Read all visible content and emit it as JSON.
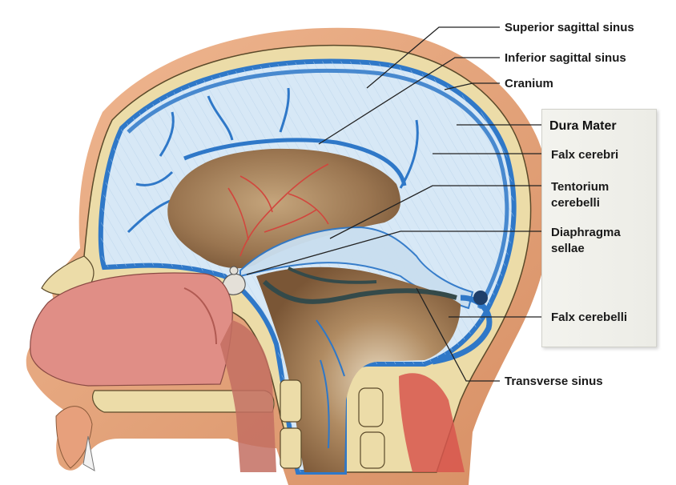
{
  "labels": {
    "superior_sagittal_sinus": "Superior sagittal sinus",
    "inferior_sagittal_sinus": "Inferior sagittal sinus",
    "cranium": "Cranium",
    "dura_mater_title": "Dura Mater",
    "falx_cerebri": "Falx cerebri",
    "tentorium_cerebelli_line1": "Tentorium",
    "tentorium_cerebelli_line2": "cerebelli",
    "diaphragma_sellae_line1": "Diaphragma",
    "diaphragma_sellae_line2": "sellae",
    "falx_cerebelli": "Falx cerebelli",
    "transverse_sinus": "Transverse sinus"
  },
  "colors": {
    "skin": "#e5a37a",
    "bone": "#ecdca8",
    "dura_blue": "#2f78c8",
    "dura_fill": "#d7e8f6",
    "brain_cavity": "#8f6a47",
    "nasal_mucosa": "#e08e86",
    "artery_red": "#d2463d"
  }
}
